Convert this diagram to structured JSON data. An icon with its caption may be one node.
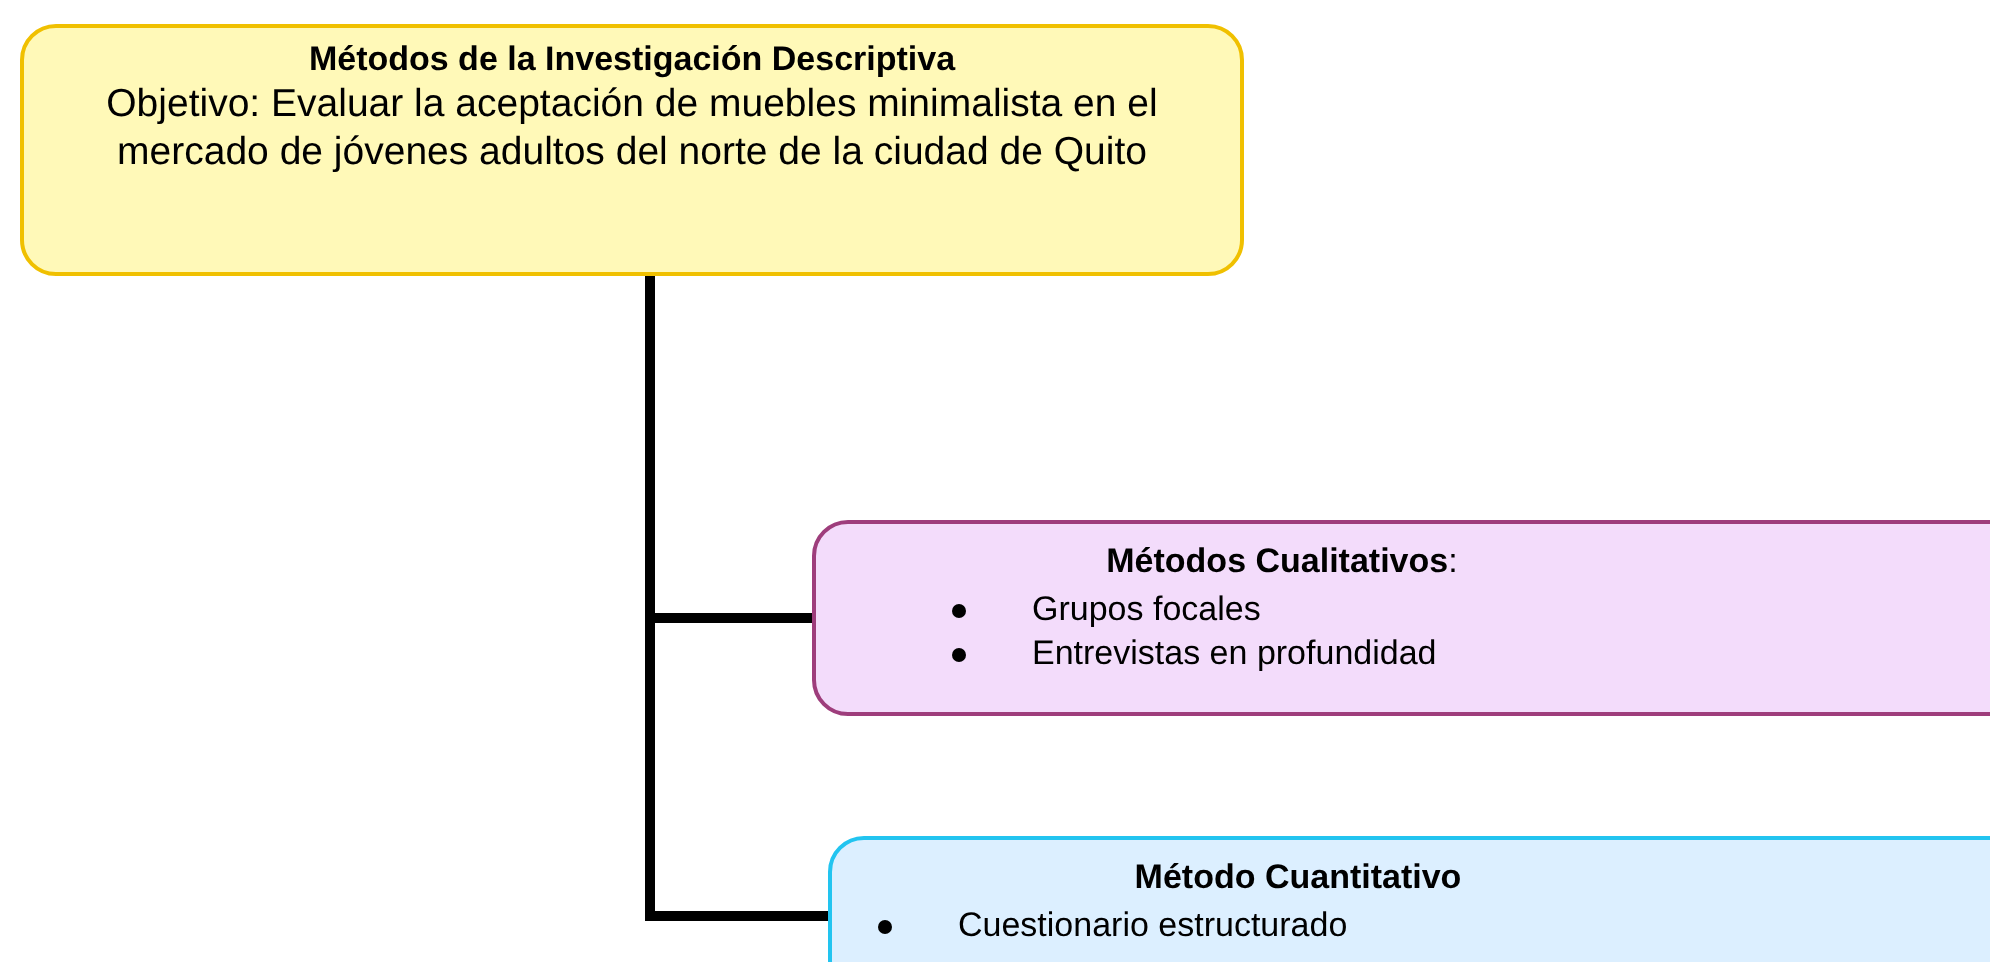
{
  "diagram": {
    "nodes": [
      {
        "text": [
          "Métodos de la Investigación Descriptiva",
          "Objetivo: Evaluar la aceptación de muebles minimalista en el mercado de jóvenes adultos del norte de la ciudad de Quito"
        ]
      },
      {
        "text": [
          "**Métodos Cualitativos**:",
          "Grupos focales",
          "Entrevistas en profundidad"
        ]
      },
      {
        "text": [
          "Método Cuantitativo",
          "Cuestionario estructurado"
        ]
      }
    ],
    "edges": [
      {
        "from": 0,
        "to": 1,
        "arrow": "none"
      },
      {
        "from": 0,
        "to": 2,
        "arrow": "none"
      }
    ]
  }
}
